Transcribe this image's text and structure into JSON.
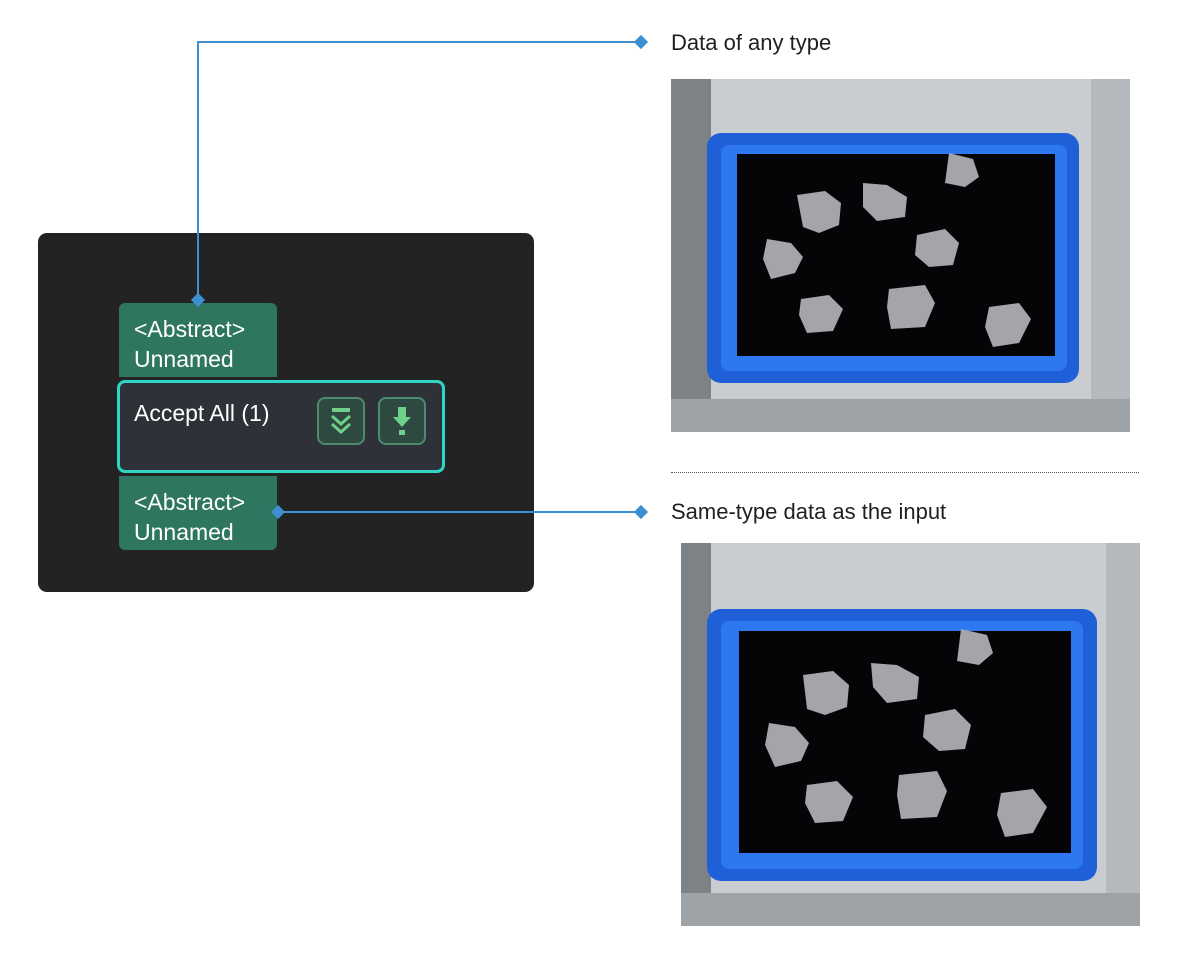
{
  "node": {
    "input_port": {
      "type": "<Abstract>",
      "name": "Unnamed"
    },
    "step_title": "Accept All (1)",
    "output_port": {
      "type": "<Abstract>",
      "name": "Unnamed"
    },
    "buttons": [
      {
        "icon": "collapse-chevrons-icon"
      },
      {
        "icon": "debug-output-icon"
      }
    ]
  },
  "annotations": {
    "input_label": "Data of any type",
    "output_label": "Same-type data as the input"
  },
  "colors": {
    "connector": "#3d8fd0",
    "port": "#2f7660",
    "step_border": "#2ed6c3",
    "bin": "#1f5fd8"
  }
}
